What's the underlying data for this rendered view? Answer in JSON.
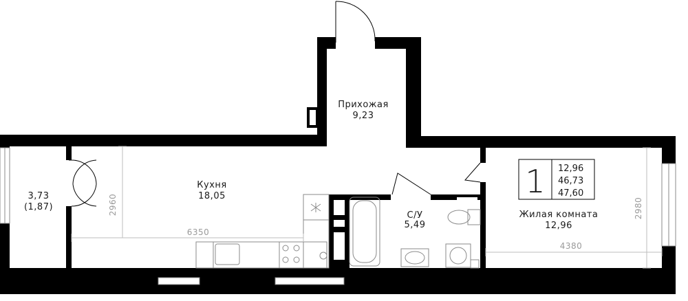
{
  "rooms": {
    "hallway": {
      "name": "Прихожая",
      "area": "9,23"
    },
    "kitchen": {
      "name": "Кухня",
      "area": "18,05"
    },
    "balcony": {
      "area": "3,73",
      "area_reduced": "(1,87)"
    },
    "bathroom": {
      "name": "С/У",
      "area": "5,49"
    },
    "living": {
      "name": "Жилая комната",
      "area": "12,96"
    }
  },
  "dimensions": {
    "kitchen_width": "6350",
    "kitchen_height": "2960",
    "living_width": "4380",
    "living_height": "2980"
  },
  "apartment": {
    "rooms_count": "1",
    "living_area": "12,96",
    "total_area": "46,73",
    "total_area_with_balcony": "47,60"
  },
  "colors": {
    "wall": "#000000",
    "dim_line": "#bdbdbd",
    "fixture": "#8a8a8a"
  }
}
